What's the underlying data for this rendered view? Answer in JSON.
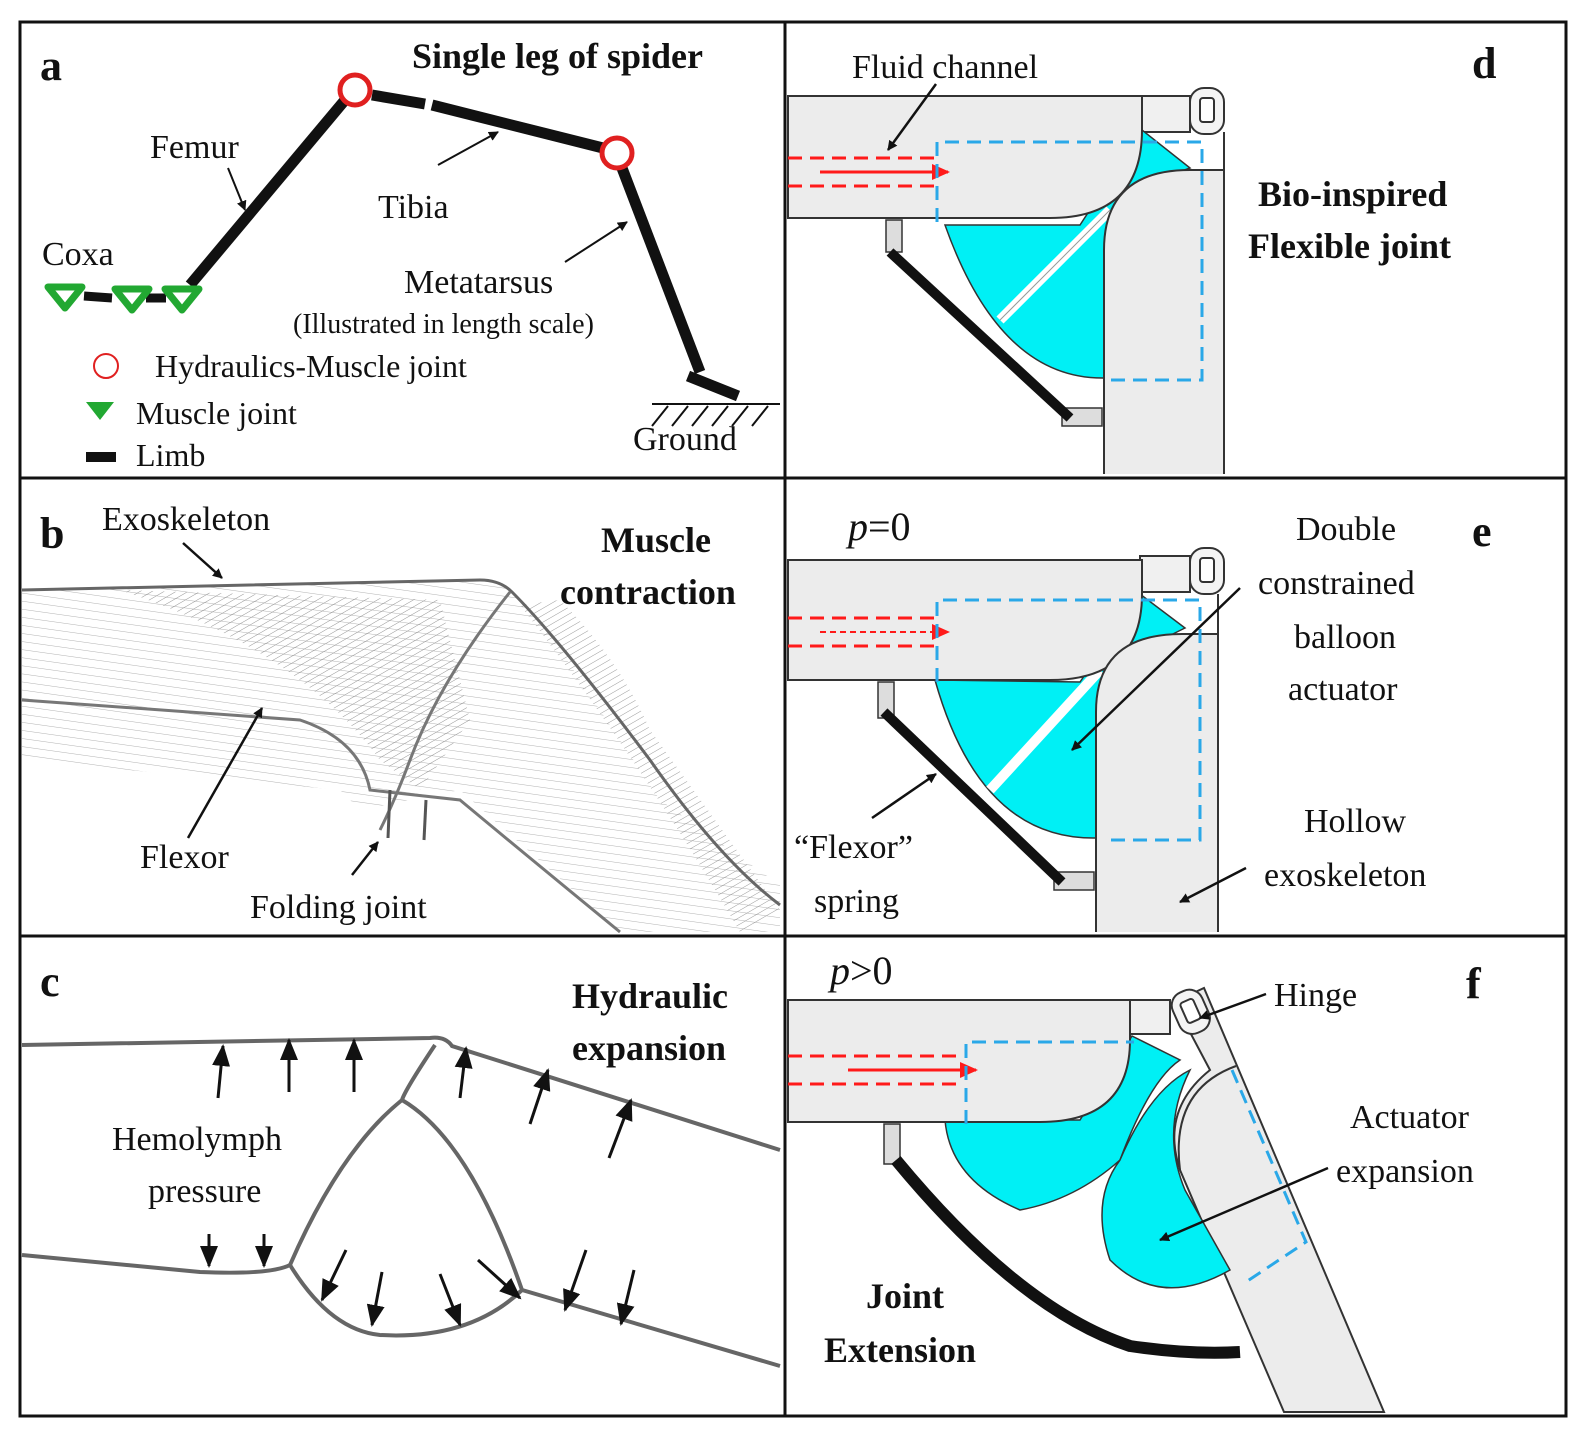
{
  "panel_a": {
    "letter": "a",
    "title": "Single leg of spider",
    "femur": "Femur",
    "tibia": "Tibia",
    "coxa": "Coxa",
    "metatarsus": "Metatarsus",
    "metatarsus_note": "(Illustrated in length scale)",
    "ground": "Ground",
    "legend_hydraulic": "Hydraulics-Muscle joint",
    "legend_muscle": "Muscle joint",
    "legend_limb": "Limb"
  },
  "panel_b": {
    "letter": "b",
    "title_line1": "Muscle",
    "title_line2": "contraction",
    "exoskeleton": "Exoskeleton",
    "flexor": "Flexor",
    "folding_joint": "Folding joint"
  },
  "panel_c": {
    "letter": "c",
    "title_line1": "Hydraulic",
    "title_line2": "expansion",
    "pressure_line1": "Hemolymph",
    "pressure_line2": "pressure"
  },
  "panel_d": {
    "letter": "d",
    "fluid_channel": "Fluid channel",
    "title_line1": "Bio-inspired",
    "title_line2": "Flexible joint"
  },
  "panel_e": {
    "letter": "e",
    "p_var": "p",
    "p_cond": "=0",
    "actuator_line1": "Double",
    "actuator_line2": "constrained",
    "actuator_line3": "balloon",
    "actuator_line4": "actuator",
    "spring_line1": "“Flexor”",
    "spring_line2": "spring",
    "hollow_line1": "Hollow",
    "hollow_line2": "exoskeleton"
  },
  "panel_f": {
    "letter": "f",
    "p_var": "p",
    "p_cond": ">0",
    "hinge": "Hinge",
    "expansion_line1": "Actuator",
    "expansion_line2": "expansion",
    "joint_line1": "Joint",
    "joint_line2": "Extension"
  },
  "colors": {
    "hydraulic_joint": "#e02020",
    "muscle_joint": "#22a832",
    "balloon": "#00f0f5",
    "fluid_arrow": "#ff1a1a",
    "frame_dash": "#2aa8e8"
  }
}
